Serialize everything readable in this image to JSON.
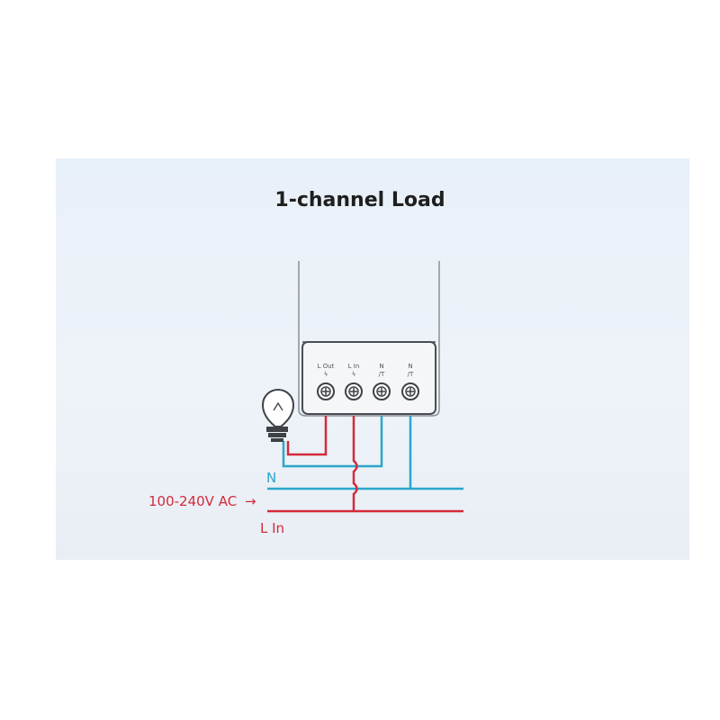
{
  "title": "1-channel Load",
  "terminals": [
    {
      "label": "L Out",
      "symbol": "ϟ"
    },
    {
      "label": "L In",
      "symbol": "ϟ"
    },
    {
      "label": "N",
      "symbol": "/T"
    },
    {
      "label": "N",
      "symbol": "/T"
    }
  ],
  "wires": {
    "neutral_label": "N",
    "supply_label": "100-240V AC",
    "supply_arrow": "→",
    "live_label": "L In"
  },
  "colors": {
    "live": "#d42a3a",
    "neutral": "#2aa6c9",
    "device_outline": "#555555"
  },
  "icons": [
    "light-bulb-icon",
    "screw-terminal-icon"
  ]
}
